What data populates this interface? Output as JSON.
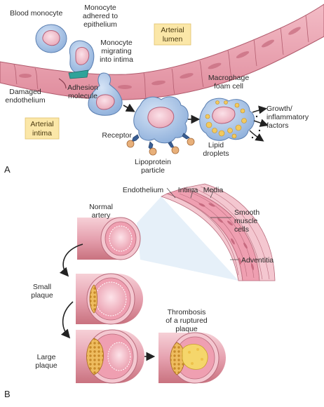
{
  "panel_a": {
    "tag": "A",
    "labels": {
      "blood_monocyte": "Blood monocyte",
      "monocyte_adhered_1": "Monocyte",
      "monocyte_adhered_2": "adhered to",
      "monocyte_adhered_3": "epithelium",
      "arterial_lumen_1": "Arterial",
      "arterial_lumen_2": "lumen",
      "monocyte_migrating_1": "Monocyte",
      "monocyte_migrating_2": "migrating",
      "monocyte_migrating_3": "into intima",
      "macrophage_1": "Macrophage",
      "macrophage_2": "foam cell",
      "damaged_endothelium_1": "Damaged",
      "damaged_endothelium_2": "endothelium",
      "adhesion_molecule_1": "Adhesion",
      "adhesion_molecule_2": "molecule",
      "arterial_intima_1": "Arterial",
      "arterial_intima_2": "intima",
      "receptor": "Receptor",
      "lipoprotein_1": "Lipoprotein",
      "lipoprotein_2": "particle",
      "lipid_droplets_1": "Lipid",
      "lipid_droplets_2": "droplets",
      "growth_factors_1": "Growth/",
      "growth_factors_2": "inflammatory",
      "growth_factors_3": "factors"
    }
  },
  "panel_b": {
    "tag": "B",
    "labels": {
      "endothelium": "Endothelium",
      "intima": "Intima",
      "media": "Media",
      "normal_artery_1": "Normal",
      "normal_artery_2": "artery",
      "smooth_muscle_1": "Smooth",
      "smooth_muscle_2": "muscle",
      "smooth_muscle_3": "cells",
      "adventitia": "Adventitia",
      "small_plaque_1": "Small",
      "small_plaque_2": "plaque",
      "large_plaque_1": "Large",
      "large_plaque_2": "plaque",
      "thrombosis_1": "Thrombosis",
      "thrombosis_2": "of a ruptured",
      "thrombosis_3": "plaque"
    }
  },
  "colors": {
    "vessel_wall": "#e8a0ad",
    "cell_blue": "#a9c3e6",
    "nucleus": "#f2c4cf",
    "box_fill": "#fbe7a8",
    "plaque": "#e9b457",
    "lumen": "#f3c6d0",
    "thrombus": "#f5d66b"
  }
}
